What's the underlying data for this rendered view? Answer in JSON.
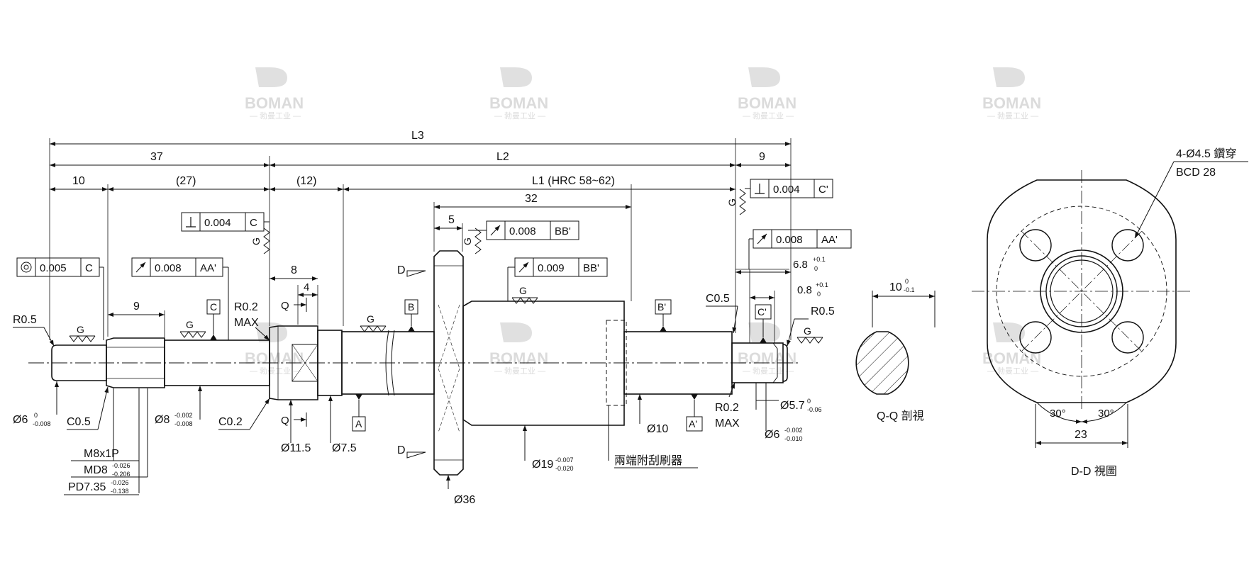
{
  "watermark": {
    "brand": "BOMAN",
    "sub": "— 勃曼工业 —"
  },
  "dims": {
    "L3": "L3",
    "d37": "37",
    "L2": "L2",
    "d9r": "9",
    "d10": "10",
    "d27": "(27)",
    "d12": "(12)",
    "L1": "L1 (HRC 58~62)",
    "d32": "32",
    "d5": "5",
    "d8": "8",
    "d4": "4",
    "d9l": "9",
    "d68": "6.8",
    "d68tol": "+0.1",
    "d68tol2": "0",
    "d08": "0.8",
    "d08tol": "+0.1",
    "d08tol2": "0",
    "d10s": "10",
    "d10stol": "0",
    "d10stol2": "-0.1",
    "d23": "23",
    "a30l": "30°",
    "a30r": "30°"
  },
  "tol": {
    "conc": {
      "value": "0.005",
      "ref": "C"
    },
    "perpC": {
      "value": "0.004",
      "ref": "C"
    },
    "runAA": {
      "value": "0.008",
      "ref": "AA'"
    },
    "runBB1": {
      "value": "0.008",
      "ref": "BB'"
    },
    "runBB2": {
      "value": "0.009",
      "ref": "BB'"
    },
    "perpC2": {
      "value": "0.004",
      "ref": "C'"
    },
    "runAA2": {
      "value": "0.008",
      "ref": "AA'"
    }
  },
  "labels": {
    "r05l": "R0.5",
    "r02": "R0.2",
    "max": "MAX",
    "r02b": "R0.2",
    "maxb": "MAX",
    "c05l": "C0.5",
    "c02": "C0.2",
    "c05r": "C0.5",
    "r05r": "R0.5",
    "g": "G",
    "Q": "Q",
    "D": "D",
    "A": "A",
    "Ap": "A'",
    "B": "B",
    "Bp": "B'",
    "C": "C",
    "Cp": "C'",
    "phi6": "Ø6",
    "phi6tol1": "0",
    "phi6tol2": "-0.008",
    "phi8": "Ø8",
    "phi8tol1": "-0.002",
    "phi8tol2": "-0.008",
    "phi115": "Ø11.5",
    "phi75": "Ø7.5",
    "phi10": "Ø10",
    "phi19": "Ø19",
    "phi19tol1": "-0.007",
    "phi19tol2": "-0.020",
    "phi36": "Ø36",
    "phi57": "Ø5.7",
    "phi57tol1": "0",
    "phi57tol2": "-0.06",
    "phi6r": "Ø6",
    "phi6rtol1": "-0.002",
    "phi6rtol2": "-0.010",
    "m8": "M8x1P",
    "md8": "MD8",
    "md8tol1": "-0.026",
    "md8tol2": "-0.206",
    "pd": "PD7.35",
    "pdtol1": "-0.026",
    "pdtol2": "-0.138",
    "wiper": "兩端附刮刷器",
    "qq": "Q-Q 剖視",
    "dd": "D-D 視圖",
    "holes": "4-Ø4.5 鑽穿",
    "bcd": "BCD 28"
  }
}
